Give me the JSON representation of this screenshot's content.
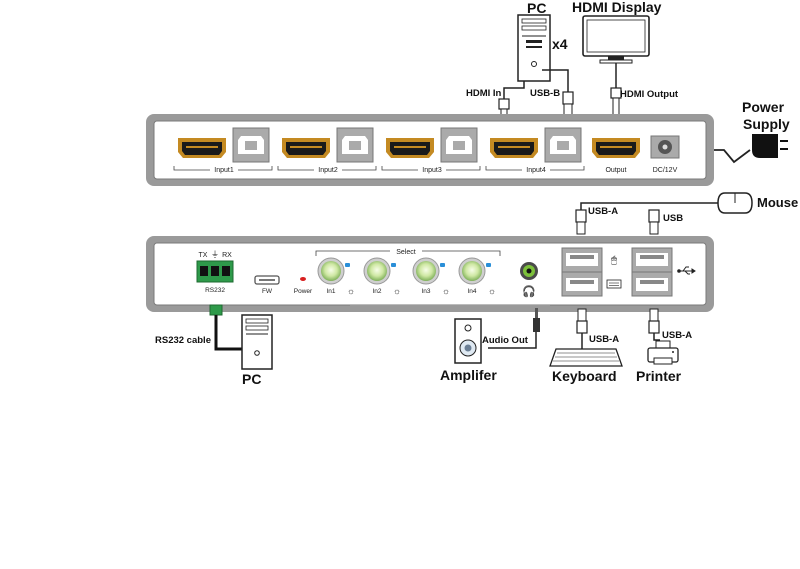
{
  "devices": {
    "pc_top": "PC",
    "pc_count": "x4",
    "hdmi_display": "HDMI Display",
    "power_supply_line1": "Power",
    "power_supply_line2": "Supply",
    "mouse": "Mouse",
    "keyboard": "Keyboard",
    "printer": "Printer",
    "amplifier": "Amplifer",
    "pc_bottom": "PC"
  },
  "cables": {
    "hdmi_in": "HDMI In",
    "usb_b": "USB-B",
    "hdmi_output": "HDMI Output",
    "usb_a_mouse": "USB-A",
    "usb_top_right": "USB",
    "usb_a_keyboard": "USB-A",
    "usb_a_printer": "USB-A",
    "audio_out": "Audio Out",
    "rs232_cable": "RS232 cable"
  },
  "rear_panel": {
    "ports": [
      "Input1",
      "Input2",
      "Input3",
      "Input4",
      "Output",
      "DC/12V"
    ]
  },
  "front_panel": {
    "rs232_pins": [
      "TX",
      "⏚",
      "RX"
    ],
    "rs232_label": "RS232",
    "fw_label": "FW",
    "power_label": "Power",
    "select_label": "Select",
    "inputs": [
      "In1",
      "In2",
      "In3",
      "In4"
    ]
  }
}
